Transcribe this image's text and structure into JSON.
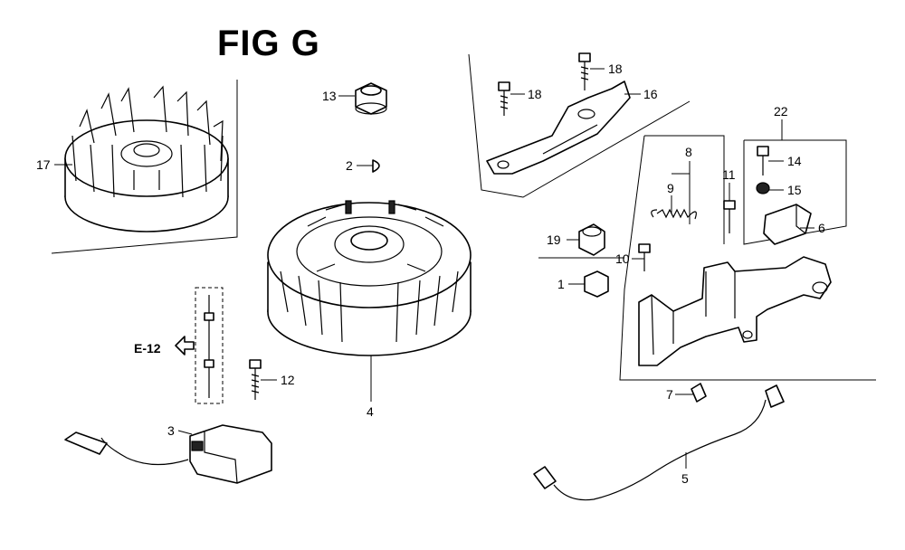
{
  "figure_title": "FIG G",
  "reference": {
    "label": "E-12"
  },
  "callouts": {
    "c1": "1",
    "c2": "2",
    "c3": "3",
    "c4": "4",
    "c5": "5",
    "c6": "6",
    "c7": "7",
    "c8": "8",
    "c9": "9",
    "c10": "10",
    "c11": "11",
    "c12": "12",
    "c13": "13",
    "c14": "14",
    "c15": "15",
    "c16": "16",
    "c17": "17",
    "c18a": "18",
    "c18b": "18",
    "c19": "19",
    "c22": "22"
  }
}
